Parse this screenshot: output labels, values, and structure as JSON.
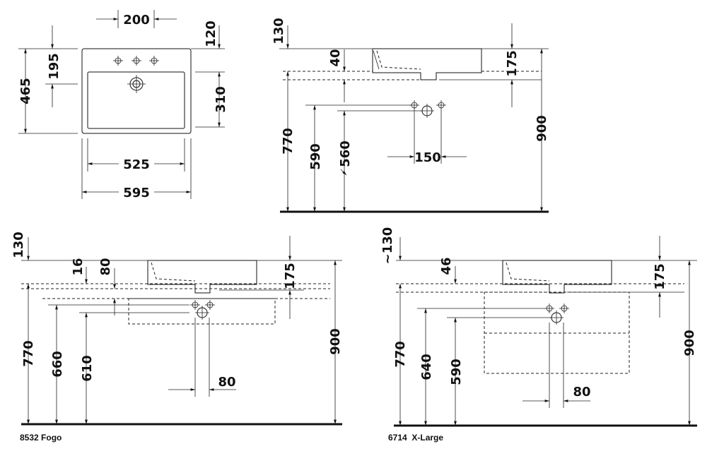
{
  "top_view": {
    "dim_200": "200",
    "dim_120": "120",
    "dim_195": "195",
    "dim_465": "465",
    "dim_310": "310",
    "dim_525": "525",
    "dim_595": "595"
  },
  "side_view": {
    "dim_130": "130",
    "dim_40": "40",
    "dim_175": "175",
    "dim_770": "770",
    "dim_590": "590",
    "dim_560": "560",
    "dim_150": "150",
    "dim_900": "900"
  },
  "fogo_view": {
    "dim_130": "130",
    "dim_16": "16",
    "dim_80_top": "80",
    "dim_175": "175",
    "dim_770": "770",
    "dim_660": "660",
    "dim_610": "610",
    "dim_900": "900",
    "dim_80_bottom": "80",
    "caption": "8532 Fogo"
  },
  "xlarge_view": {
    "dim_130": "~130",
    "dim_46": "46",
    "dim_175": "175",
    "dim_770": "770",
    "dim_640": "640",
    "dim_590": "590",
    "dim_900": "900",
    "dim_80": "80",
    "caption": "6714  X-Large"
  }
}
